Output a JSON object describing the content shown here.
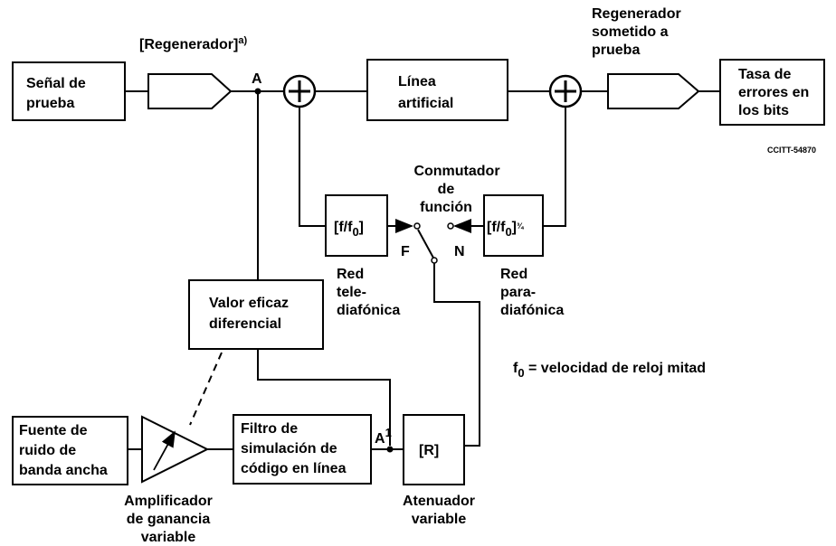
{
  "boxes": {
    "senal": [
      "Señal de",
      "prueba"
    ],
    "linea": [
      "Línea",
      "artificial"
    ],
    "tasa": [
      "Tasa de",
      "errores en",
      "los bits"
    ],
    "tele": "[f/f",
    "tele_sub": "0",
    "tele_sup": "",
    "para": "[f/f",
    "para_sub": "0",
    "para_sup": "¾",
    "valor": [
      "Valor eficaz",
      "diferencial"
    ],
    "fuente": [
      "Fuente de",
      "ruido de",
      "banda ancha"
    ],
    "filtro": [
      "Filtro de",
      "simulación de",
      "código en línea"
    ],
    "atenuador": "[R]"
  },
  "labels": {
    "regenerador_a": "[Regenerador]",
    "regenerador_a_sup": "a)",
    "regen_prueba": [
      "Regenerador",
      "sometido a",
      "prueba"
    ],
    "ref_code": "CCITT-54870",
    "conmutador": [
      "Conmutador",
      "de",
      "función"
    ],
    "red_tele": [
      "Red",
      "tele-",
      "diafónica"
    ],
    "red_para": [
      "Red",
      "para-",
      "diafónica"
    ],
    "point_a": "A",
    "point_a1": "A",
    "point_a1_sup": "1",
    "point_f": "F",
    "point_n": "N",
    "formula_f": "f",
    "formula_sub": "0",
    "formula_rest": " = velocidad de reloj mitad",
    "amplificador": [
      "Amplificador",
      "de ganancia",
      "variable"
    ],
    "atenuador_var": [
      "Atenuador",
      "variable"
    ]
  }
}
